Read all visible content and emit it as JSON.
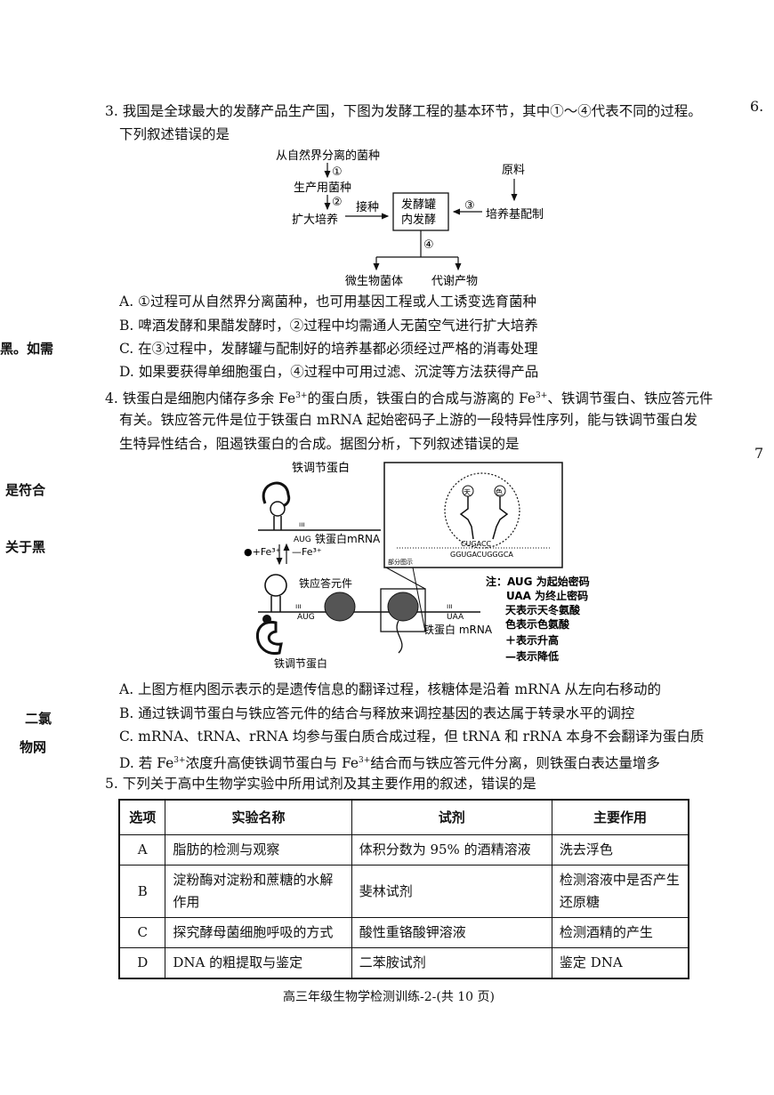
{
  "margin": {
    "right_top": "6.",
    "right_mid": "7",
    "left": [
      "黑。如需",
      "是符合",
      "关于黑",
      "二氯",
      "物网"
    ]
  },
  "q3": {
    "line1": "3. 我国是全球最大的发酵产品生产国，下图为发酵工程的基本环节，其中①～④代表不同的过程。",
    "line2": "下列叙述错误的是",
    "diagram": {
      "source": "从自然界分离的菌种",
      "step1": "①",
      "production": "生产用菌种",
      "step2": "②",
      "expand": "扩大培养",
      "inoculate": "接种",
      "tank_line1": "发酵罐",
      "tank_line2": "内发酵",
      "step3": "③",
      "medium": "培养基配制",
      "raw": "原料",
      "step4": "④",
      "product1": "微生物菌体",
      "product2": "代谢产物"
    },
    "options": [
      "A. ①过程可从自然界分离菌种，也可用基因工程或人工诱变选育菌种",
      "B. 啤酒发酵和果醋发酵时，②过程中均需通人无菌空气进行扩大培养",
      "C. 在③过程中，发酵罐与配制好的培养基都必须经过严格的消毒处理",
      "D. 如果要获得单细胞蛋白，④过程中可用过滤、沉淀等方法获得产品"
    ]
  },
  "q4": {
    "l1a": "4. 铁蛋白是细胞内储存多余 Fe",
    "l1sup": "3+",
    "l1b": "的蛋白质，铁蛋白的合成与游离的 Fe",
    "l1sup2": "3+",
    "l1c": "、铁调节蛋白、铁应答元件",
    "line2": "有关。铁应答元件是位于铁蛋白 mRNA 起始密码子上游的一段特异性序列，能与铁调节蛋白发",
    "line3": "生特异性结合，阻遏铁蛋白的合成。据图分析，下列叙述错误的是",
    "diagram": {
      "reg_protein_top": "铁调节蛋白",
      "aug1": "AUG",
      "mrna1": "铁蛋白mRNA",
      "plus_fe": "●+Fe³⁺",
      "minus_fe": "—Fe³⁺",
      "ire": "铁应答元件",
      "aug2": "AUG",
      "uaa": "UAA",
      "mrna2": "铁蛋白 mRNA",
      "reg_protein_bottom": "铁调节蛋白",
      "inset_label": "部分图示",
      "codon": "CUGACC",
      "seq": "GGUGACUGGGCA",
      "aa1": "天",
      "aa2": "色",
      "notes": [
        "注：AUG 为起始密码",
        "UAA 为终止密码",
        "天表示天冬氨酸",
        "色表示色氨酸",
        "＋表示升高",
        "—表示降低"
      ]
    },
    "optA": "A. 上图方框内图示表示的是遗传信息的翻译过程，核糖体是沿着 mRNA 从左向右移动的",
    "optB": "B. 通过铁调节蛋白与铁应答元件的结合与释放来调控基因的表达属于转录水平的调控",
    "optC": "C. mRNA、tRNA、rRNA 均参与蛋白质合成过程，但 tRNA 和 rRNA 本身不会翻译为蛋白质",
    "optD_a": "D. 若 Fe",
    "optD_sup": "3+",
    "optD_b": "浓度升高使铁调节蛋白与 Fe",
    "optD_sup2": "3+",
    "optD_c": "结合而与铁应答元件分离，则铁蛋白表达量增多"
  },
  "q5": {
    "stem": "5. 下列关于高中生物学实验中所用试剂及其主要作用的叙述，错误的是",
    "headers": [
      "选项",
      "实验名称",
      "试剂",
      "主要作用"
    ],
    "rows": [
      [
        "A",
        "脂肪的检测与观察",
        "体积分数为 95% 的酒精溶液",
        "洗去浮色"
      ],
      [
        "B",
        "淀粉酶对淀粉和蔗糖的水解作用",
        "斐林试剂",
        "检测溶液中是否产生还原糖"
      ],
      [
        "C",
        "探究酵母菌细胞呼吸的方式",
        "酸性重铬酸钾溶液",
        "检测酒精的产生"
      ],
      [
        "D",
        "DNA 的粗提取与鉴定",
        "二苯胺试剂",
        "鉴定 DNA"
      ]
    ]
  },
  "footer": "高三年级生物学检测训练-2-(共 10 页)"
}
